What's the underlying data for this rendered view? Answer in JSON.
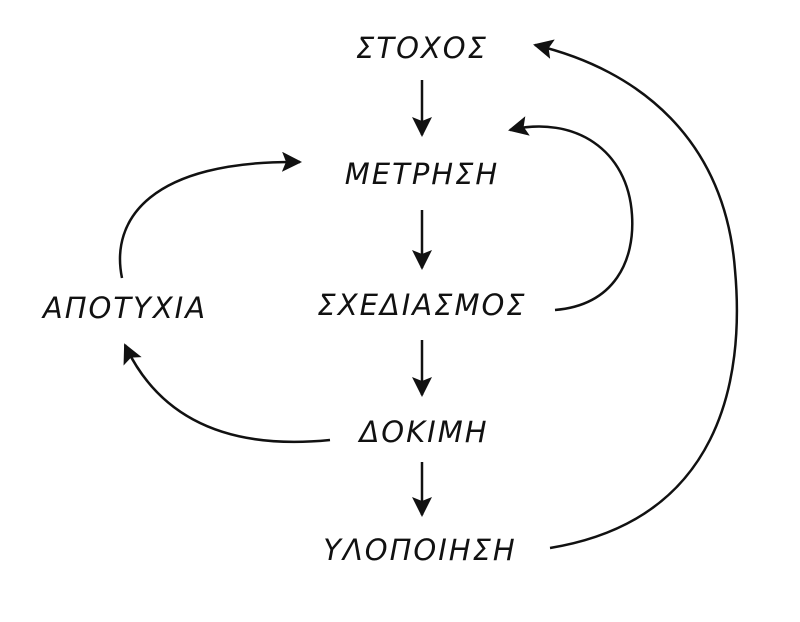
{
  "nodes": {
    "goal": "ΣΤΟΧΟΣ",
    "measurement": "ΜΕΤΡΗΣΗ",
    "design": "ΣΧΕΔΙΑΣΜΟΣ",
    "test": "ΔΟΚΙΜΗ",
    "implementation": "ΥΛΟΠΟΙΗΣΗ",
    "failure": "ΑΠΟΤΥΧΙΑ"
  },
  "colors": {
    "stroke": "#111111",
    "background": "#ffffff"
  }
}
